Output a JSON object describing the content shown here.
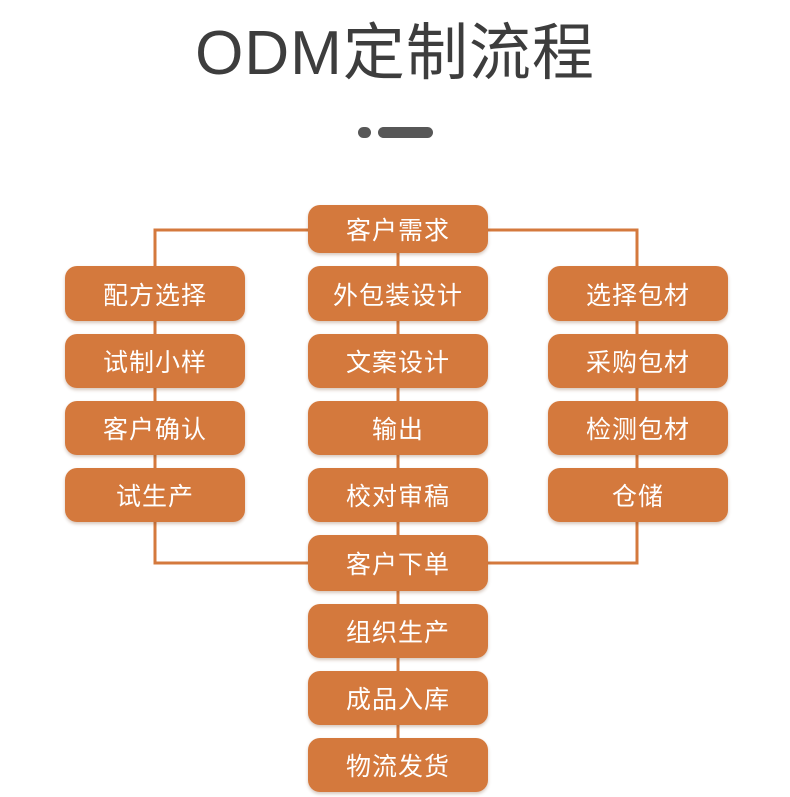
{
  "title": {
    "text": "ODM定制流程",
    "color": "#3d3d3d",
    "divider": {
      "dot": "",
      "dash": "",
      "color": "#575757"
    }
  },
  "theme": {
    "node_fill": "#d4793d",
    "node_text": "#ffffff",
    "connector": "#d4793d",
    "background": "#ffffff"
  },
  "chart_data": {
    "type": "diagram",
    "title": "ODM定制流程",
    "orientation": "top-down tree with three parallel branches merging",
    "nodes": [
      {
        "id": "n0",
        "label": "客户需求",
        "column": "center",
        "row": 0
      },
      {
        "id": "l1",
        "label": "配方选择",
        "column": "left",
        "row": 1
      },
      {
        "id": "l2",
        "label": "试制小样",
        "column": "left",
        "row": 2
      },
      {
        "id": "l3",
        "label": "客户确认",
        "column": "left",
        "row": 3
      },
      {
        "id": "l4",
        "label": "试生产",
        "column": "left",
        "row": 4
      },
      {
        "id": "c1",
        "label": "外包装设计",
        "column": "center",
        "row": 1
      },
      {
        "id": "c2",
        "label": "文案设计",
        "column": "center",
        "row": 2
      },
      {
        "id": "c3",
        "label": "输出",
        "column": "center",
        "row": 3
      },
      {
        "id": "c4",
        "label": "校对审稿",
        "column": "center",
        "row": 4
      },
      {
        "id": "r1",
        "label": "选择包材",
        "column": "right",
        "row": 1
      },
      {
        "id": "r2",
        "label": "采购包材",
        "column": "right",
        "row": 2
      },
      {
        "id": "r3",
        "label": "检测包材",
        "column": "right",
        "row": 3
      },
      {
        "id": "r4",
        "label": "仓储",
        "column": "right",
        "row": 4
      },
      {
        "id": "m1",
        "label": "客户下单",
        "column": "center",
        "row": 5
      },
      {
        "id": "m2",
        "label": "组织生产",
        "column": "center",
        "row": 6
      },
      {
        "id": "m3",
        "label": "成品入库",
        "column": "center",
        "row": 7
      },
      {
        "id": "m4",
        "label": "物流发货",
        "column": "center",
        "row": 8
      }
    ],
    "edges": [
      {
        "from": "n0",
        "to": "l1",
        "style": "elbow-left"
      },
      {
        "from": "n0",
        "to": "c1",
        "style": "straight"
      },
      {
        "from": "n0",
        "to": "r1",
        "style": "elbow-right"
      },
      {
        "from": "l1",
        "to": "l2",
        "style": "straight"
      },
      {
        "from": "l2",
        "to": "l3",
        "style": "straight"
      },
      {
        "from": "l3",
        "to": "l4",
        "style": "straight"
      },
      {
        "from": "c1",
        "to": "c2",
        "style": "straight"
      },
      {
        "from": "c2",
        "to": "c3",
        "style": "straight"
      },
      {
        "from": "c3",
        "to": "c4",
        "style": "straight"
      },
      {
        "from": "r1",
        "to": "r2",
        "style": "straight"
      },
      {
        "from": "r2",
        "to": "r3",
        "style": "straight"
      },
      {
        "from": "r3",
        "to": "r4",
        "style": "straight"
      },
      {
        "from": "l4",
        "to": "m1",
        "style": "elbow-left-merge"
      },
      {
        "from": "c4",
        "to": "m1",
        "style": "straight"
      },
      {
        "from": "r4",
        "to": "m1",
        "style": "elbow-right-merge"
      },
      {
        "from": "m1",
        "to": "m2",
        "style": "straight"
      },
      {
        "from": "m2",
        "to": "m3",
        "style": "straight"
      },
      {
        "from": "m3",
        "to": "m4",
        "style": "straight"
      }
    ]
  },
  "nodes": {
    "n0": "客户需求",
    "l1": "配方选择",
    "l2": "试制小样",
    "l3": "客户确认",
    "l4": "试生产",
    "c1": "外包装设计",
    "c2": "文案设计",
    "c3": "输出",
    "c4": "校对审稿",
    "r1": "选择包材",
    "r2": "采购包材",
    "r3": "检测包材",
    "r4": "仓储",
    "m1": "客户下单",
    "m2": "组织生产",
    "m3": "成品入库",
    "m4": "物流发货"
  }
}
